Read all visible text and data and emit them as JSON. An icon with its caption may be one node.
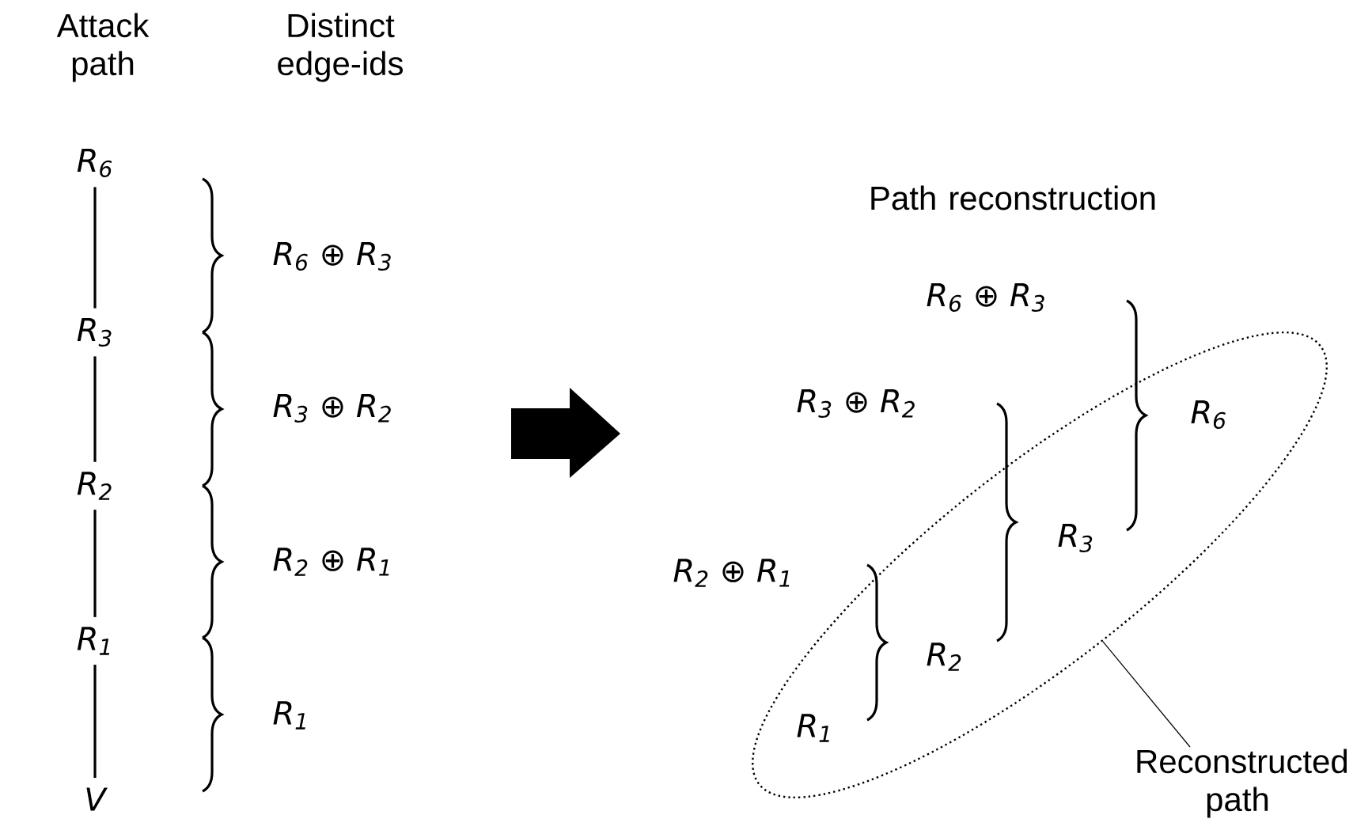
{
  "diagram": {
    "nodes": [
      {
        "text": [
          "R$_{6}$"
        ]
      },
      {
        "text": [
          "R$_{3}$"
        ]
      },
      {
        "text": [
          "R$_{2}$"
        ]
      },
      {
        "text": [
          "R$_{1}$"
        ]
      },
      {
        "text": [
          "V"
        ]
      },
      {
        "text": [],
        "shape": "ellipse"
      },
      {
        "text": [
          "Reconstructed path"
        ]
      }
    ],
    "edges": [
      {
        "from": 0,
        "to": 1,
        "arrow": "none"
      },
      {
        "from": 1,
        "to": 2,
        "arrow": "none"
      },
      {
        "from": 2,
        "to": 3,
        "arrow": "none"
      },
      {
        "from": 3,
        "to": 4,
        "arrow": "none"
      },
      {
        "from": 6,
        "to": 5,
        "arrow": "none"
      }
    ],
    "labels": [
      "Attack path",
      "Distinct edge-ids",
      "R$_{6}$ ⊕ R$_{3}$",
      "R$_{3}$ ⊕ R$_{2}$",
      "R$_{2}$ ⊕ R$_{1}$",
      "R$_{1}$",
      "Path reconstruction",
      "R$_{6}$ ⊕ R$_{3}$",
      "R$_{3}$ ⊕ R$_{2}$",
      "R$_{6}$",
      "R$_{3}$",
      "R$_{2}$ ⊕ R$_{1}$",
      "R$_{2}$",
      "R$_{1}$"
    ]
  }
}
